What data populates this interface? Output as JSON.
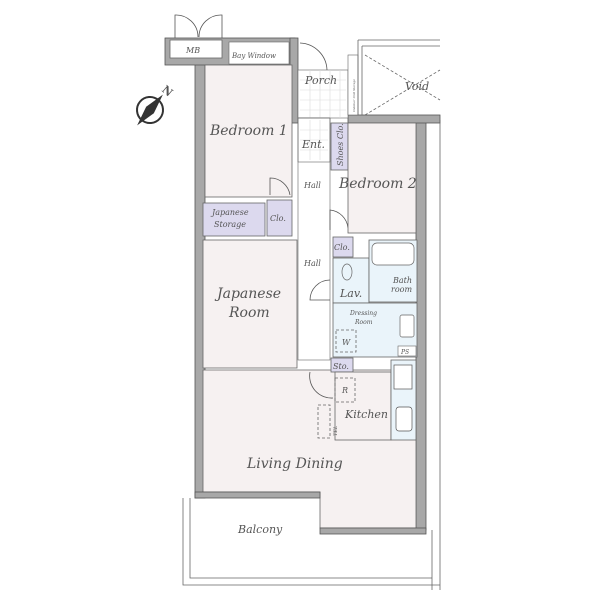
{
  "rooms": {
    "mb": "MB",
    "bay_window": "Bay Window",
    "porch": "Porch",
    "outdoor_storage": "Outdoor Unit Storage",
    "void": "Void",
    "bedroom1": "Bedroom 1",
    "entrance": "Ent.",
    "shoes_closet": "Shoes Clo.",
    "hall_upper": "Hall",
    "bedroom2": "Bedroom 2",
    "japanese_storage_1": "Japanese",
    "japanese_storage_2": "Storage",
    "closet1": "Clo.",
    "closet2": "Clo.",
    "hall_lower": "Hall",
    "japanese_room_1": "Japanese",
    "japanese_room_2": "Room",
    "lavatory": "Lav.",
    "bathroom_1": "Bath",
    "bathroom_2": "room",
    "dressing_room_1": "Dressing",
    "dressing_room_2": "Room",
    "washer": "W",
    "pipe_space": "PS",
    "storage": "Sto.",
    "refrigerator": "R",
    "kitchen": "Kitchen",
    "tel": "TEL",
    "living_dining": "Living Dining",
    "balcony": "Balcony"
  },
  "compass": {
    "north_label": "N"
  },
  "colors": {
    "wall": "#a8a8a8",
    "room": "#f6f1f1",
    "closet": "#dcd9ee",
    "wet_area": "#eaf4fa"
  }
}
